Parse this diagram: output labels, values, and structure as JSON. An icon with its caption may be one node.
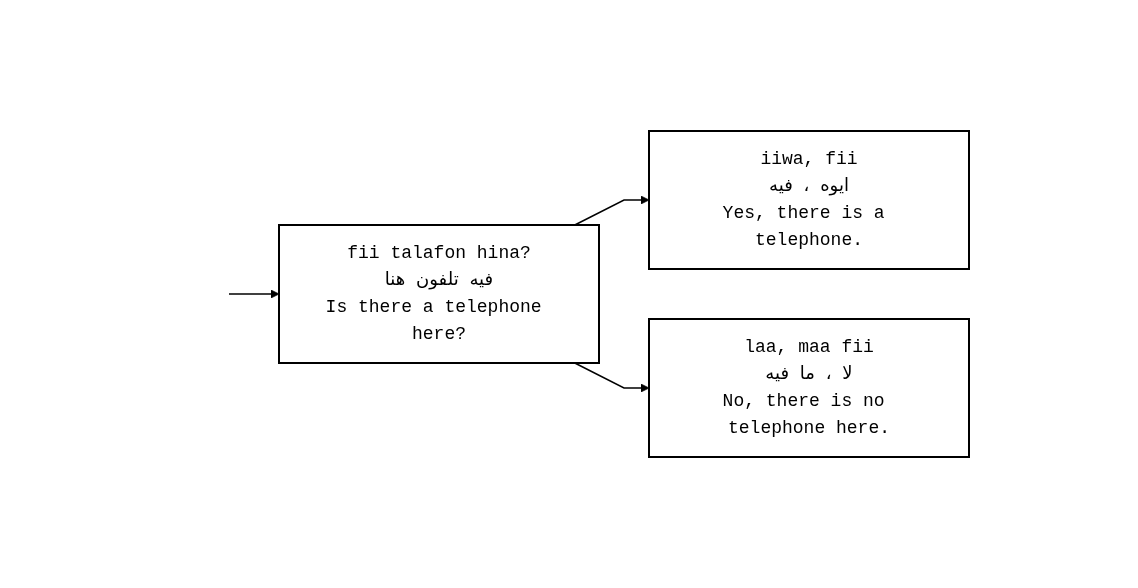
{
  "diagram": {
    "nodes": [
      {
        "text": [
          "fii talafon hina?",
          "فيه تلفون هنا",
          "Is there a telephone here?"
        ]
      },
      {
        "text": [
          "iiwa, fii",
          "ايوه ، فيه",
          "Yes, there is a telephone."
        ]
      },
      {
        "text": [
          "laa, maa fii",
          "لا ، ما فيه",
          "No, there is no telephone here."
        ]
      }
    ],
    "edges": [
      {
        "from": null,
        "to": 0,
        "arrow": "to"
      },
      {
        "from": 0,
        "to": 1,
        "arrow": "to"
      },
      {
        "from": 0,
        "to": 2,
        "arrow": "to"
      }
    ]
  }
}
